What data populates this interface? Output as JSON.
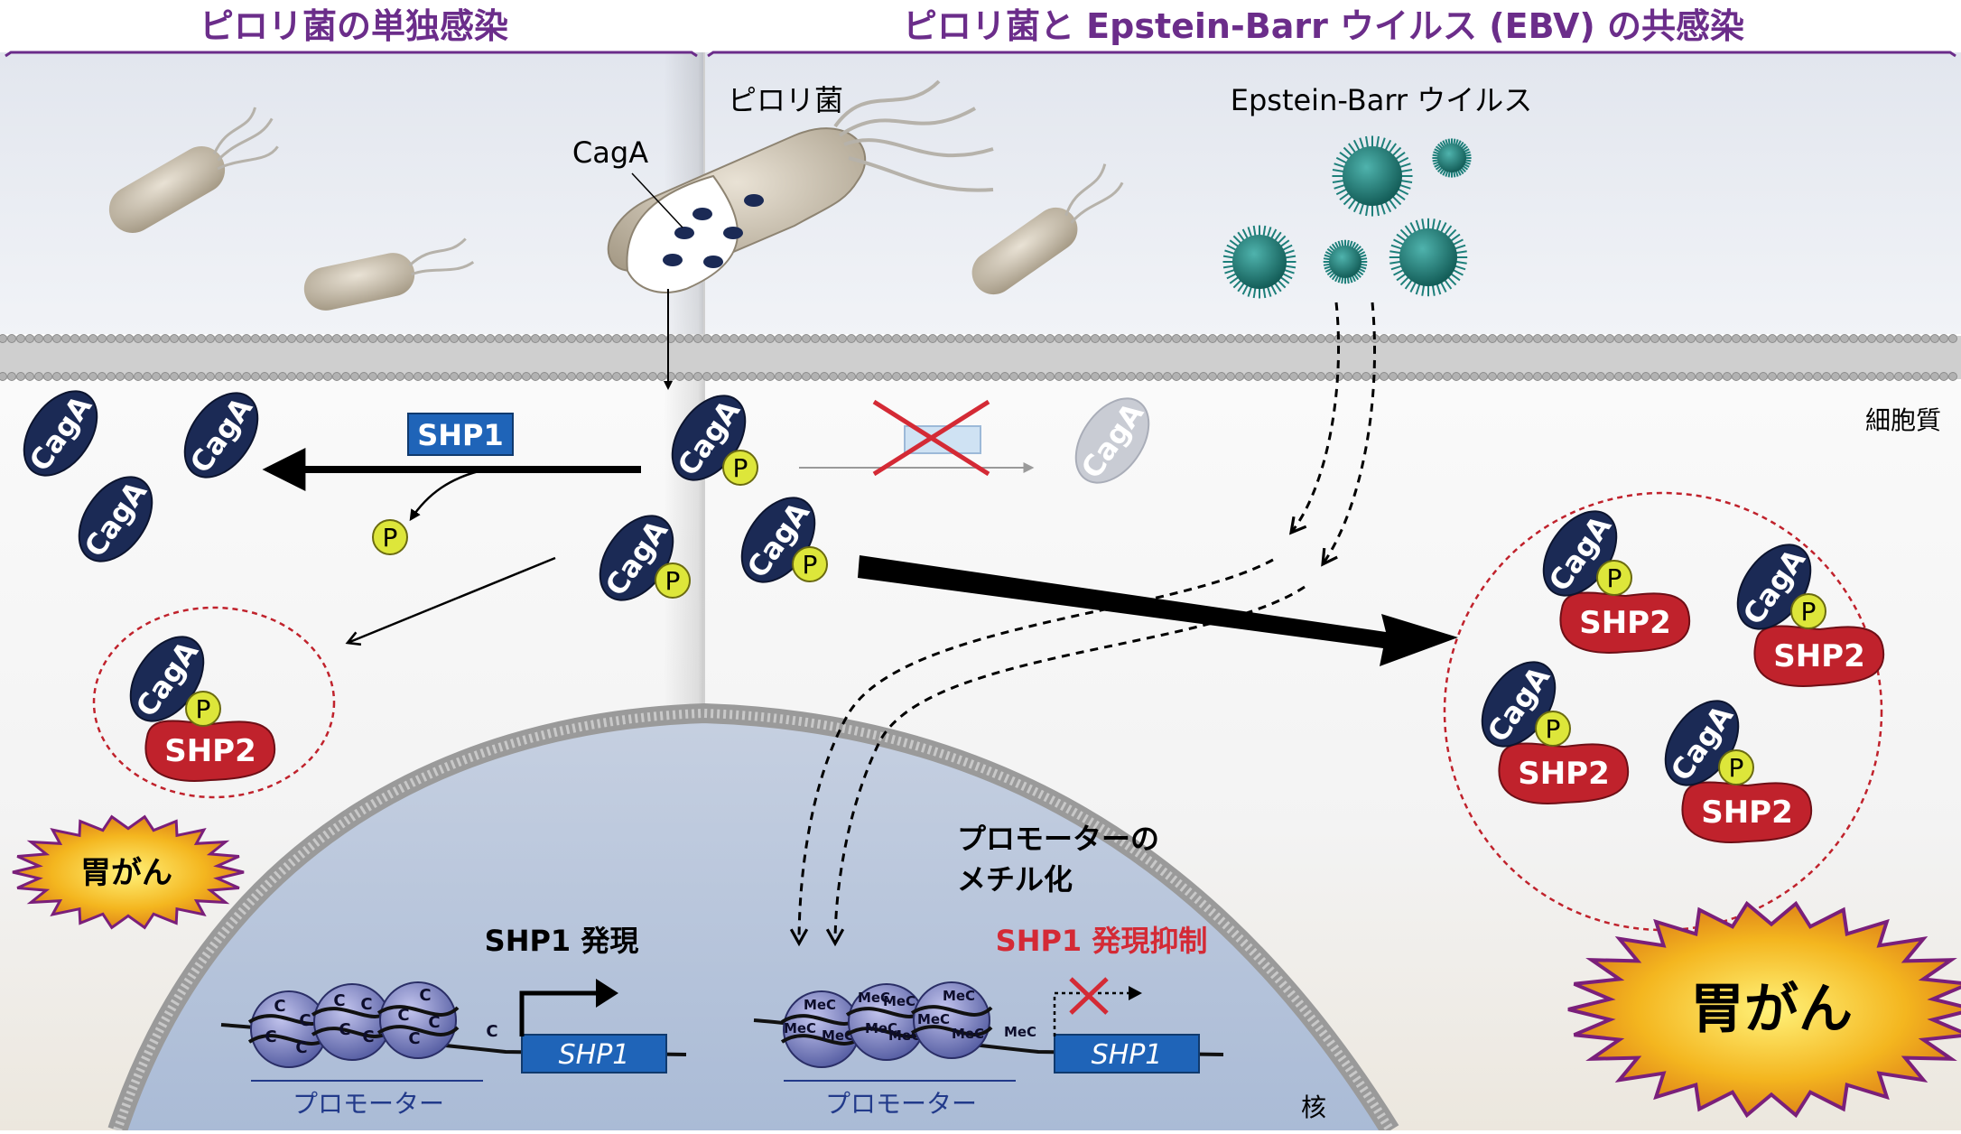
{
  "headers": {
    "left": "ピロリ菌の単独感染",
    "right": "ピロリ菌と Epstein-Barr ウイルス (EBV) の共感染"
  },
  "labels": {
    "pylori": "ピロリ菌",
    "ebv": "Epstein-Barr ウイルス",
    "caga_pointer": "CagA",
    "cytoplasm": "細胞質",
    "nucleus": "核",
    "methylation_line1": "プロモーターの",
    "methylation_line2": "メチル化",
    "shp1_expression": "SHP1 発現",
    "shp1_suppression": "SHP1 発現抑制",
    "promoter_left": "プロモーター",
    "promoter_right": "プロモーター"
  },
  "molecules": {
    "caga": "CagA",
    "p": "P",
    "shp1": "SHP1",
    "shp2": "SHP2",
    "c": "C",
    "mec": "MeC"
  },
  "outcomes": {
    "cancer_small": "胃がん",
    "cancer_large": "胃がん"
  },
  "colors": {
    "header_purple": "#6b2d8a",
    "caga_navy": "#1b2a55",
    "p_yellow": "#dde63a",
    "shp2_red": "#c0222c",
    "shp1_blue": "#1f64b8",
    "suppress_red": "#d42a35",
    "virus_teal": "#1d7f7a",
    "dashed_circle": "#c0222c"
  }
}
